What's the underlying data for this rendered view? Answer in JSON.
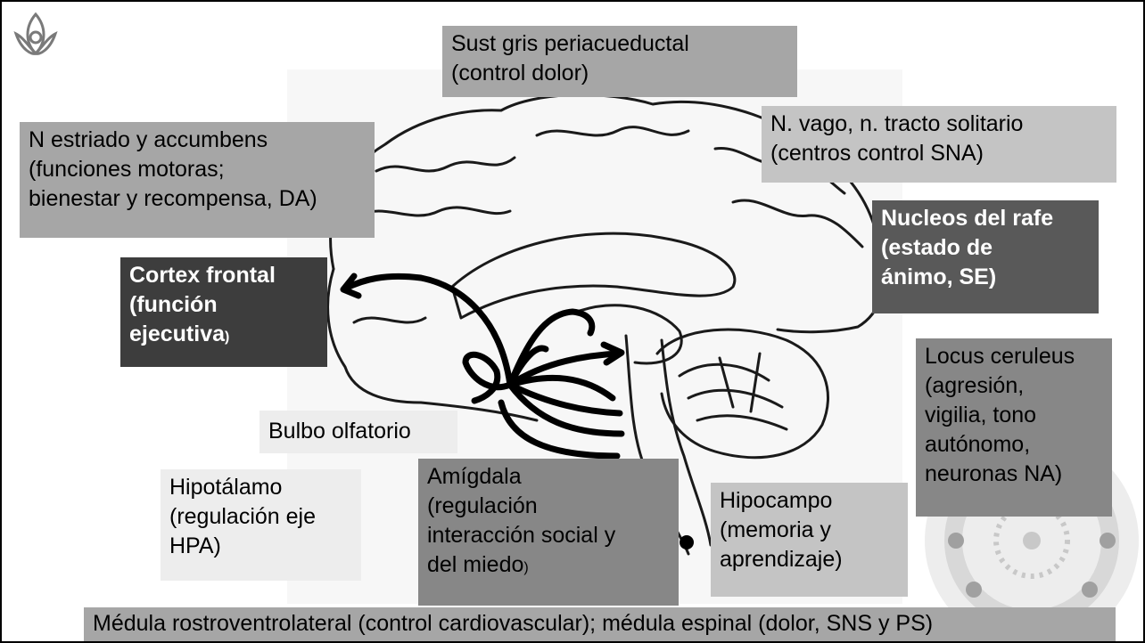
{
  "colors": {
    "box_light": "#c4c4c4",
    "box_mid": "#a6a6a6",
    "box_midgray": "#878787",
    "box_dark": "#595959",
    "box_darkest": "#3d3d3d",
    "arrows": "#000000",
    "outline": "#1a1a1a"
  },
  "labels": {
    "sust_gris": "Sust gris periacueductal\n(control dolor)",
    "n_vago": "N. vago, n. tracto solitario\n(centros control SNA)",
    "n_estriado": "N estriado y accumbens\n(funciones motoras;\nbienestar y recompensa, DA)",
    "nucleos_rafe": "Nucleos del rafe\n(estado de\nánimo, SE)",
    "cortex_frontal": "Cortex frontal\n(función\nejecutiva",
    "cortex_frontal_tail": ")",
    "locus_ceruleus": "Locus ceruleus\n(agresión,\nvigilia, tono\nautónomo,\nneuronas NA)",
    "bulbo_olfatorio": "Bulbo olfatorio",
    "hipotalamo": "Hipotálamo\n(regulación eje\nHPA)",
    "amigdala": "Amígdala\n(regulación\ninteracción social y\ndel miedo",
    "amigdala_tail": ")",
    "hipocampo": "Hipocampo\n(memoria y\naprendizaje)",
    "medula": "Médula rostroventrolateral (control cardiovascular); médula espinal (dolor, SNS y PS)"
  },
  "icons": {
    "logo": "lotus-logo-icon",
    "decoration": "mandala-decoration-icon",
    "illustration": "brain-sagittal-illustration"
  }
}
